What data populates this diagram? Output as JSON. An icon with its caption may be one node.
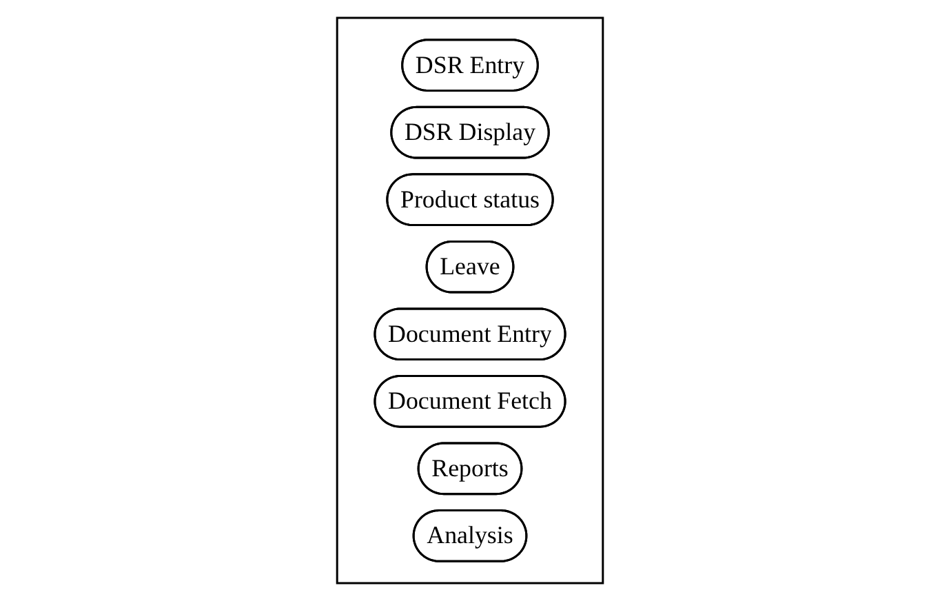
{
  "diagram": {
    "nodes": [
      {
        "text": [],
        "shape": "box"
      },
      {
        "text": [
          "DSR Entry"
        ],
        "in": 0
      },
      {
        "text": [
          "DSR Display"
        ],
        "in": 0
      },
      {
        "text": [
          "Product status"
        ],
        "in": 0
      },
      {
        "text": [
          "Leave"
        ],
        "in": 0
      },
      {
        "text": [
          "Document Entry"
        ],
        "in": 0
      },
      {
        "text": [
          "Document Fetch"
        ],
        "in": 0
      },
      {
        "text": [
          "Reports"
        ],
        "in": 0
      },
      {
        "text": [
          "Analysis"
        ],
        "in": 0
      }
    ],
    "edges": []
  }
}
